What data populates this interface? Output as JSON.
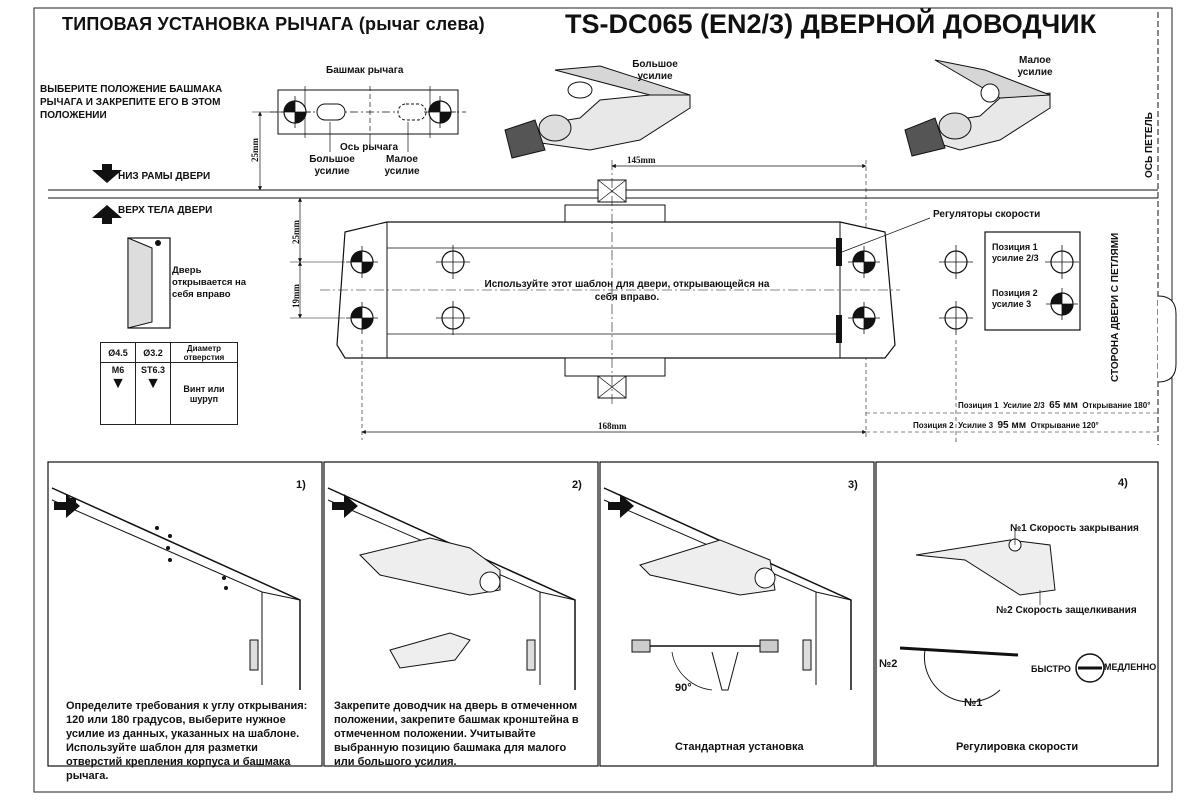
{
  "header": {
    "title_left": "ТИПОВАЯ УСТАНОВКА РЫЧАГА (рычаг слева)",
    "title_right": "TS-DC065 (EN2/3) ДВЕРНОЙ ДОВОДЧИК"
  },
  "top": {
    "instruction": "ВЫБЕРИТЕ ПОЛОЖЕНИЕ БАШМАКА РЫЧАГА И ЗАКРЕПИТЕ ЕГО В ЭТОМ ПОЛОЖЕНИИ",
    "shoe_label": "Башмак рычага",
    "axis_label": "Ось рычага",
    "big_force_bracket": "Большое усилие",
    "small_force_bracket": "Малое усилие",
    "big_force_photo": "Большое усилие",
    "small_force_photo": "Малое усилие",
    "hinge_axis": "ОСЬ ПЕТЕЛЬ",
    "frame_bottom": "НИЗ РАМЫ ДВЕРИ",
    "door_top": "ВЕРХ ТЕЛА ДВЕРИ",
    "dim_25": "25mm",
    "dim_25b": "25mm",
    "dim_19": "19mm",
    "dim_145": "145mm",
    "dim_168": "168mm"
  },
  "template": {
    "center_text": "Используйте этот шаблон для двери, открывающейся на себя вправо.",
    "speed_regulators": "Регуляторы скорости",
    "hinge_side": "СТОРОНА ДВЕРИ С ПЕТЛЯМИ",
    "pos1_label": "Позиция 1 усилие 2/3",
    "pos2_label": "Позиция 2 усилие 3",
    "row1": {
      "pos": "Позиция 1",
      "force": "Усилие 2/3",
      "mm": "65 мм",
      "angle": "Открывание 180°"
    },
    "row2": {
      "pos": "Позиция 2",
      "force": "Усилие 3",
      "mm": "95 мм",
      "angle": "Открывание 120°"
    }
  },
  "door": {
    "label": "Дверь открывается на себя вправо"
  },
  "spec": {
    "d1": "Ø4.5",
    "d2": "Ø3.2",
    "diam_label": "Диаметр отверстия",
    "s1": "M6",
    "s2": "ST6.3",
    "screw_label": "Винт или шуруп"
  },
  "steps": [
    {
      "num": "1)",
      "text": "Определите требования к углу открывания: 120 или 180 градусов, выберите нужное усилие из данных, указанных на шаблоне. Используйте шаблон для разметки отверстий крепления корпуса и башмака рычага."
    },
    {
      "num": "2)",
      "text": "Закрепите доводчик на дверь в отмеченном положении, закрепите башмак кронштейна в отмеченном положении. Учитывайте выбранную позицию башмака для малого или большого усилия."
    },
    {
      "num": "3)",
      "text": "Стандартная установка",
      "angle": "90°"
    },
    {
      "num": "4)",
      "text": "Регулировка скорости",
      "speed1": "№1 Скорость закрывания",
      "speed2": "№2 Скорость защелкивания",
      "fast": "БЫСТРО",
      "slow": "МЕДЛЕННО",
      "n2": "№2",
      "n1": "№1"
    }
  ]
}
